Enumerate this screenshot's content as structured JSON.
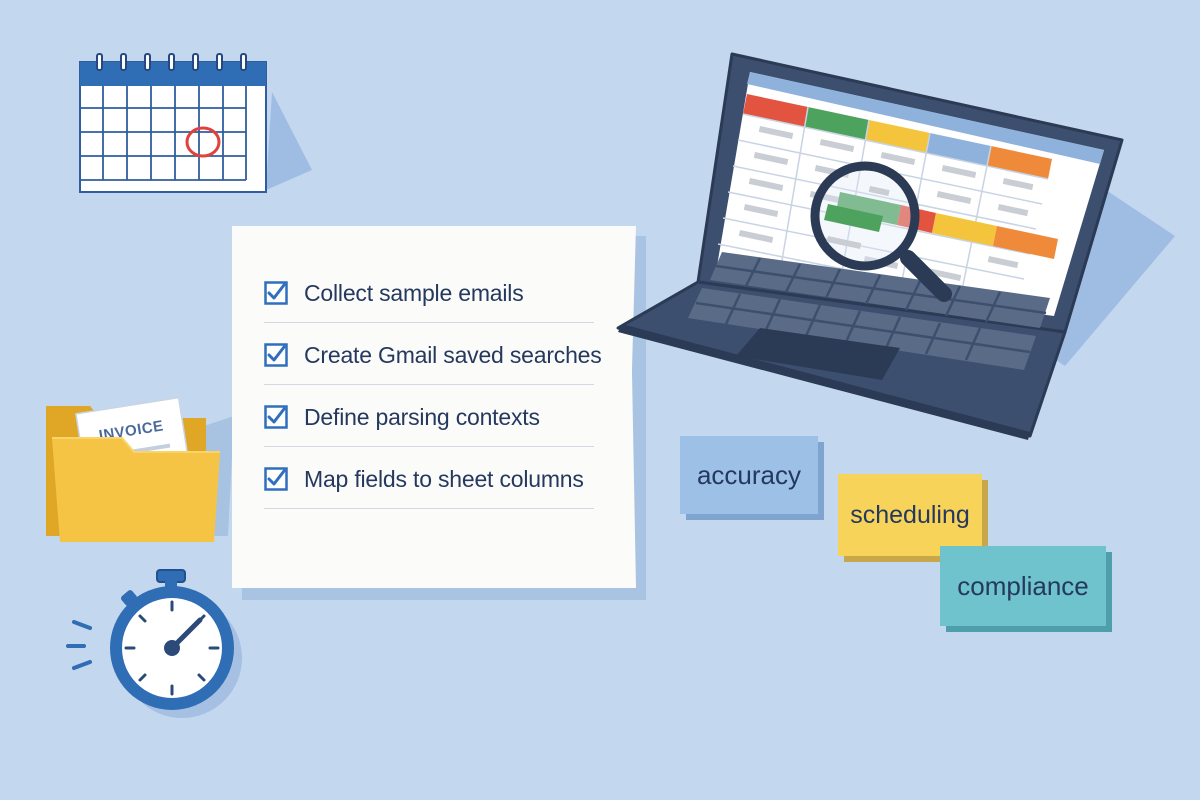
{
  "checklist": {
    "items": [
      {
        "label": "Collect sample emails",
        "checked": true
      },
      {
        "label": "Create Gmail saved searches",
        "checked": true
      },
      {
        "label": "Define parsing contexts",
        "checked": true
      },
      {
        "label": "Map fields to sheet columns",
        "checked": true
      }
    ]
  },
  "folder": {
    "label": "INVOICE"
  },
  "tags": {
    "accuracy": "accuracy",
    "scheduling": "scheduling",
    "compliance": "compliance"
  },
  "colors": {
    "background": "#c3d7ee",
    "ink": "#25395f",
    "check": "#2f6fbd",
    "tag_blue": "#9cc0e6",
    "tag_yellow": "#f7d35a",
    "tag_teal": "#6fc3cd",
    "sheet_red": "#e2543f",
    "sheet_green": "#4da35e",
    "sheet_yellow": "#f4c43c",
    "sheet_blue": "#8fb2dd",
    "sheet_orange": "#ef8a3b"
  },
  "icons": [
    "calendar-icon",
    "folder-icon",
    "stopwatch-icon",
    "laptop-icon",
    "magnifier-icon",
    "checkbox-icon"
  ]
}
